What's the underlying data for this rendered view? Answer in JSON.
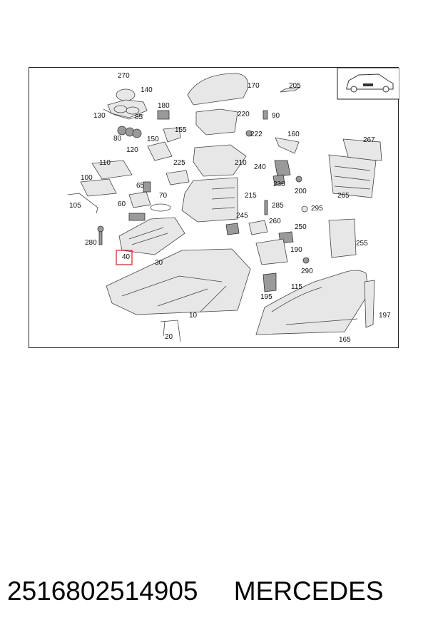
{
  "diagram": {
    "callouts": [
      "270",
      "140",
      "170",
      "205",
      "130",
      "85",
      "180",
      "90",
      "220",
      "80",
      "155",
      "222",
      "160",
      "267",
      "150",
      "120",
      "225",
      "210",
      "110",
      "240",
      "100",
      "65",
      "230",
      "200",
      "70",
      "215",
      "265",
      "105",
      "60",
      "285",
      "295",
      "280",
      "245",
      "260",
      "250",
      "40",
      "190",
      "255",
      "30",
      "290",
      "115",
      "195",
      "10",
      "197",
      "20",
      "165"
    ],
    "highlighted_callout": "40",
    "highlight_color": "#d02020",
    "vehicle_icon": "car-side-icon"
  },
  "caption": {
    "part_number": "2516802514905",
    "brand": "MERCEDES"
  }
}
